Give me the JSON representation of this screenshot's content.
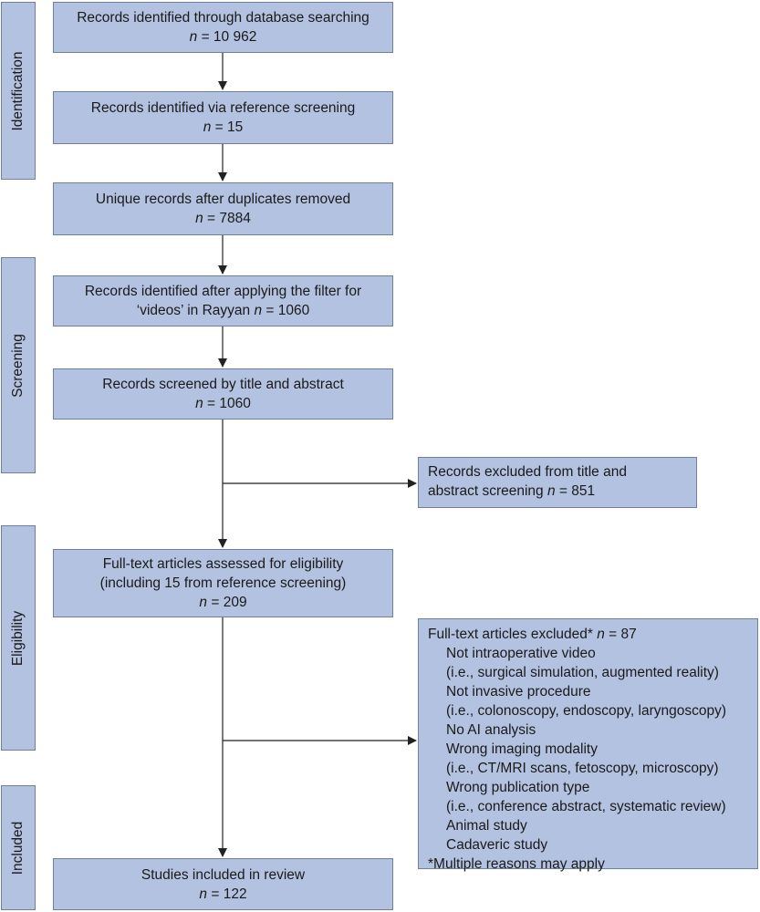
{
  "stages": {
    "identification": "Identification",
    "screening": "Screening",
    "eligibility": "Eligibility",
    "included": "Included"
  },
  "boxes": {
    "db_search": {
      "text": "Records identified through database searching",
      "n_prefix": "n",
      "n_value": " = 10 962"
    },
    "ref_screening": {
      "text": "Records identified via reference screening",
      "n_prefix": "n",
      "n_value": " = 15"
    },
    "unique": {
      "text": "Unique records after duplicates removed",
      "n_prefix": "n",
      "n_value": " = 7884"
    },
    "filter_line1": "Records identified after applying the filter for",
    "filter_line2": "‘videos’ in Rayyan ",
    "filter_n_prefix": "n",
    "filter_n_value": " = 1060",
    "title_abstract": {
      "text": "Records screened by title and abstract",
      "n_prefix": "n",
      "n_value": " = 1060"
    },
    "excluded_ta_line1": "Records excluded from title and",
    "excluded_ta_line2": "abstract screening ",
    "excluded_ta_n_prefix": "n",
    "excluded_ta_n_value": " = 851",
    "fulltext_line1": "Full-text articles assessed for eligibility",
    "fulltext_line2": "(including 15 from reference screening)",
    "fulltext_n_prefix": "n",
    "fulltext_n_value": " = 209",
    "included": {
      "text": "Studies included in review",
      "n_prefix": "n",
      "n_value": " = 122"
    }
  },
  "excluded_fulltext": {
    "header": "Full-text articles excluded* ",
    "n_prefix": "n",
    "n_value": " = 87",
    "lines": [
      "Not intraoperative video",
      "(i.e., surgical simulation, augmented reality)",
      "Not invasive procedure",
      "(i.e., colonoscopy, endoscopy, laryngoscopy)",
      "No AI analysis",
      "Wrong imaging modality",
      "(i.e., CT/MRI scans, fetoscopy, microscopy)",
      "Wrong publication type",
      "(i.e., conference abstract, systematic review)",
      "Animal study",
      "Cadaveric study"
    ],
    "footnote": "*Multiple reasons may apply"
  }
}
